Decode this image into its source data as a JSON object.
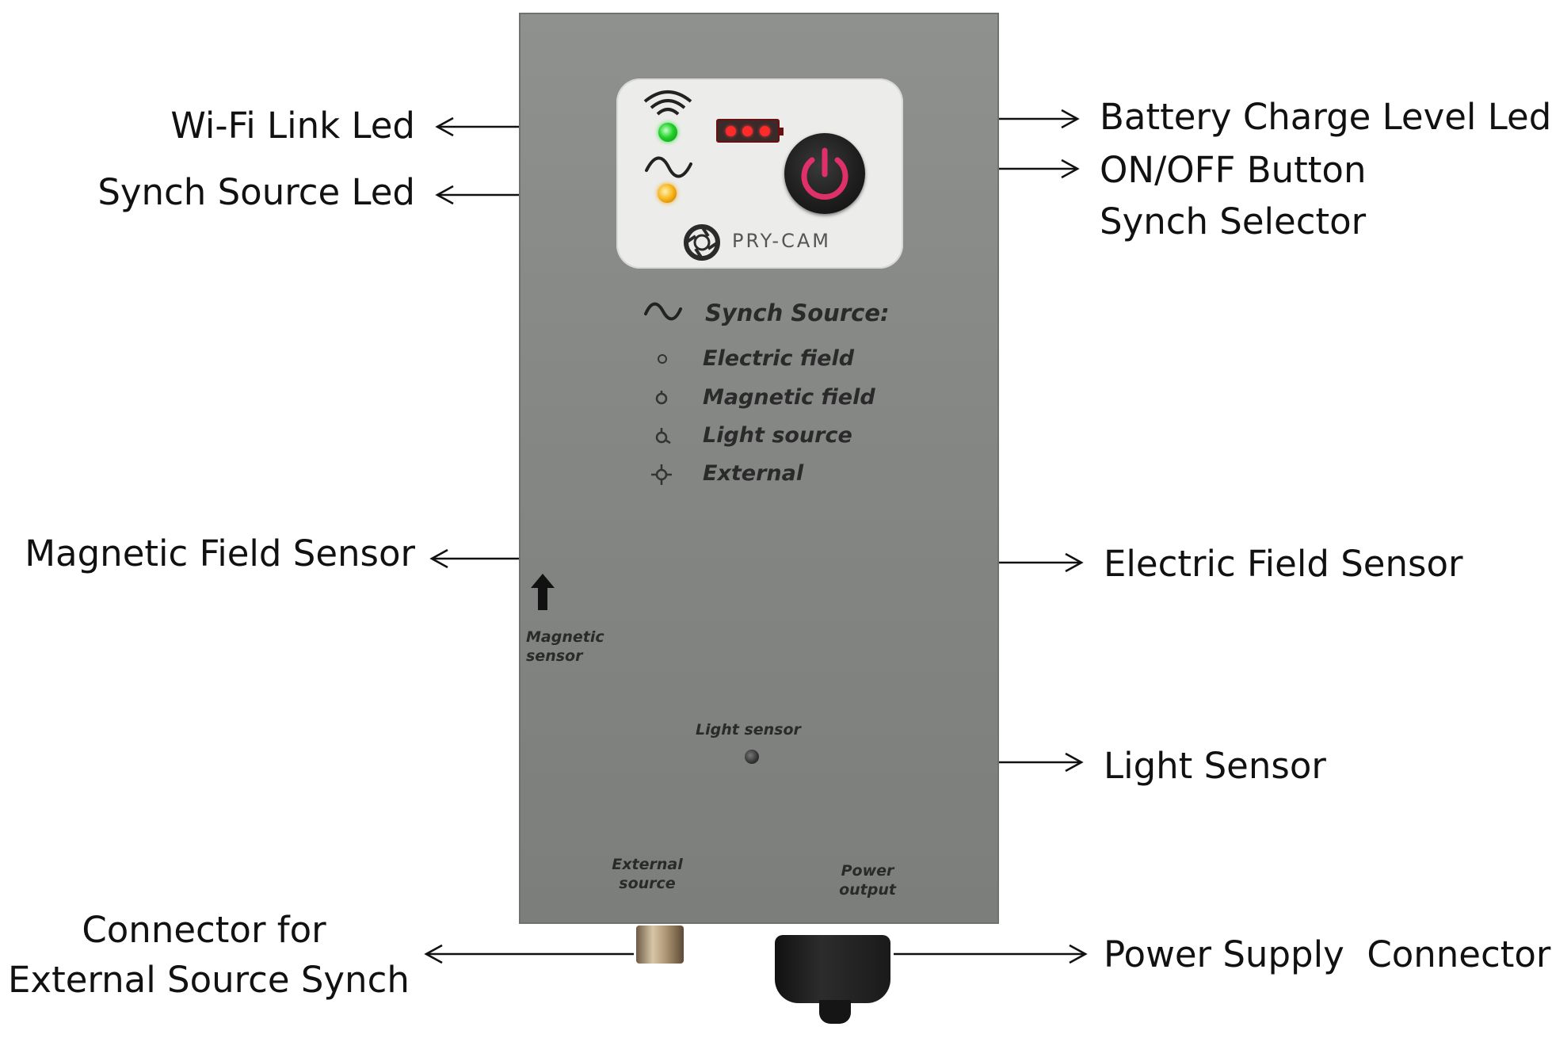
{
  "callouts": {
    "wifi_link_led": "Wi-Fi Link Led",
    "synch_source_led": "Synch Source Led",
    "battery_charge_level_led": "Battery Charge Level Led",
    "on_off_button": "ON/OFF Button",
    "synch_selector": "Synch Selector",
    "magnetic_field_sensor": "Magnetic Field Sensor",
    "electric_field_sensor": "Electric Field Sensor",
    "light_sensor": "Light Sensor",
    "connector_for": "Connector for",
    "external_source_synch": "External Source Synch",
    "power_supply_connector": "Power Supply  Connector"
  },
  "device": {
    "brand": "PRY-CAM",
    "synch_source_title": "Synch Source:",
    "synch_modes": [
      "Electric field",
      "Magnetic field",
      "Light source",
      "External"
    ],
    "magnetic_sensor_label": [
      "Magnetic",
      "sensor"
    ],
    "light_sensor_label": "Light sensor",
    "external_source_label": [
      "External",
      "source"
    ],
    "power_output_label": [
      "Power",
      "output"
    ],
    "battery_cells_lit": 3,
    "colors": {
      "panel": "#ececea",
      "body": "#868886",
      "wifi_led": "#22d22a",
      "synch_led": "#f7b316",
      "battery_led": "#ff2a2a",
      "power_ring": "#e0306a"
    }
  }
}
